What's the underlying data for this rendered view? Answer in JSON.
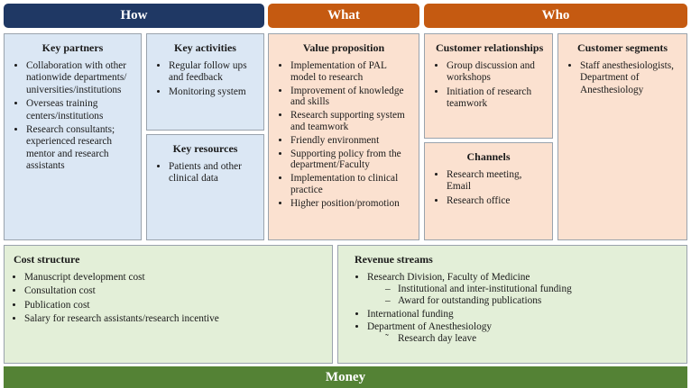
{
  "banners": {
    "how": "How",
    "what": "What",
    "who": "Who"
  },
  "key_partners": {
    "title": "Key partners",
    "items": [
      "Collaboration with other nationwide departments/ universities/institutions",
      "Overseas training centers/institutions",
      "Research consultants; experienced research mentor and research assistants"
    ]
  },
  "key_activities": {
    "title": "Key activities",
    "items": [
      "Regular follow ups and feedback",
      "Monitoring system"
    ]
  },
  "key_resources": {
    "title": "Key resources",
    "items": [
      "Patients and other clinical data"
    ]
  },
  "value_proposition": {
    "title": "Value proposition",
    "items": [
      "Implementation of PAL model to research",
      "Improvement of knowledge and skills",
      "Research supporting system and teamwork",
      "Friendly environment",
      "Supporting policy from the department/Faculty",
      "Implementation to clinical practice",
      "Higher position/promotion"
    ]
  },
  "customer_relationships": {
    "title": "Customer relationships",
    "items": [
      "Group discussion and workshops",
      "Initiation of research teamwork"
    ]
  },
  "channels": {
    "title": "Channels",
    "items": [
      "Research meeting, Email",
      "Research office"
    ]
  },
  "customer_segments": {
    "title": "Customer segments",
    "items": [
      "Staff anesthesiologists, Department of Anesthesiology"
    ]
  },
  "cost_structure": {
    "title": "Cost structure",
    "items": [
      "Manuscript development cost",
      "Consultation cost",
      "Publication cost",
      "Salary for research assistants/research  incentive"
    ]
  },
  "revenue_streams": {
    "title": "Revenue streams",
    "items": [
      "Research Division, Faculty of Medicine",
      "International funding",
      "Department of Anesthesiology"
    ],
    "sub_faculty": [
      "Institutional and inter-institutional funding",
      "Award for outstanding publications"
    ],
    "sub_anesthesiology": [
      "Research day leave"
    ],
    "sub_marker": "–",
    "sub_marker_alt": "˜"
  },
  "footer": {
    "money": "Money"
  }
}
